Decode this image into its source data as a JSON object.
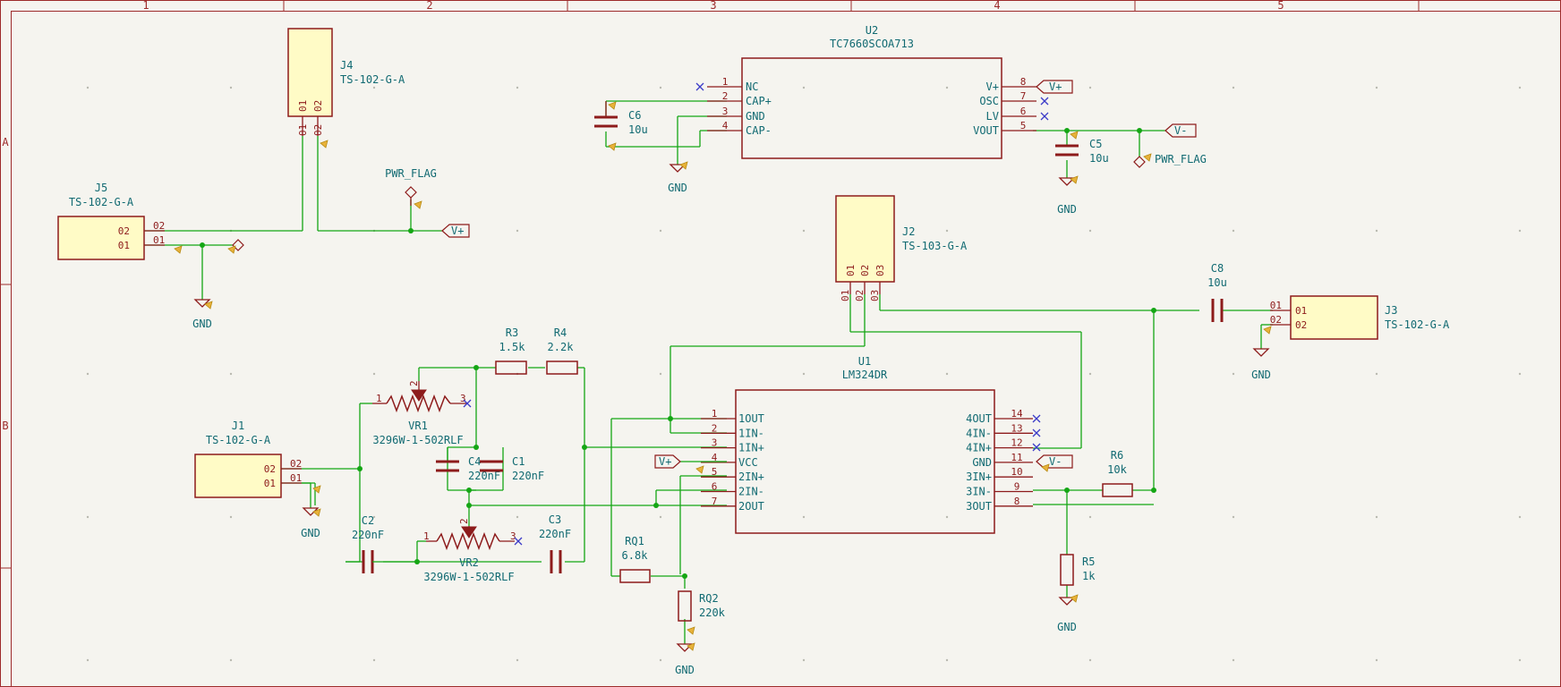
{
  "frame": {
    "columns": [
      "1",
      "2",
      "3",
      "4",
      "5"
    ],
    "rows": [
      "A",
      "B"
    ]
  },
  "components": {
    "U2": {
      "ref": "U2",
      "value": "TC7660SCOA713",
      "left_pins": [
        {
          "num": "1",
          "name": "NC"
        },
        {
          "num": "2",
          "name": "CAP+"
        },
        {
          "num": "3",
          "name": "GND"
        },
        {
          "num": "4",
          "name": "CAP-"
        }
      ],
      "right_pins": [
        {
          "num": "8",
          "name": "V+"
        },
        {
          "num": "7",
          "name": "OSC"
        },
        {
          "num": "6",
          "name": "LV"
        },
        {
          "num": "5",
          "name": "VOUT"
        }
      ]
    },
    "U1": {
      "ref": "U1",
      "value": "LM324DR",
      "left_pins": [
        {
          "num": "1",
          "name": "1OUT"
        },
        {
          "num": "2",
          "name": "1IN-"
        },
        {
          "num": "3",
          "name": "1IN+"
        },
        {
          "num": "4",
          "name": "VCC"
        },
        {
          "num": "5",
          "name": "2IN+"
        },
        {
          "num": "6",
          "name": "2IN-"
        },
        {
          "num": "7",
          "name": "2OUT"
        }
      ],
      "right_pins": [
        {
          "num": "14",
          "name": "4OUT"
        },
        {
          "num": "13",
          "name": "4IN-"
        },
        {
          "num": "12",
          "name": "4IN+"
        },
        {
          "num": "11",
          "name": "GND"
        },
        {
          "num": "10",
          "name": "3IN+"
        },
        {
          "num": "9",
          "name": "3IN-"
        },
        {
          "num": "8",
          "name": "3OUT"
        }
      ]
    },
    "J1": {
      "ref": "J1",
      "value": "TS-102-G-A",
      "pins": [
        "02",
        "01"
      ]
    },
    "J2": {
      "ref": "J2",
      "value": "TS-103-G-A",
      "pins": [
        "01",
        "02",
        "03"
      ]
    },
    "J3": {
      "ref": "J3",
      "value": "TS-102-G-A",
      "pins": [
        "01",
        "02"
      ]
    },
    "J4": {
      "ref": "J4",
      "value": "TS-102-G-A",
      "pins": [
        "01",
        "02"
      ]
    },
    "J5": {
      "ref": "J5",
      "value": "TS-102-G-A",
      "pins": [
        "02",
        "01"
      ]
    },
    "C1": {
      "ref": "C1",
      "value": "220nF"
    },
    "C2": {
      "ref": "C2",
      "value": "220nF"
    },
    "C3": {
      "ref": "C3",
      "value": "220nF"
    },
    "C4": {
      "ref": "C4",
      "value": "220nF"
    },
    "C5": {
      "ref": "C5",
      "value": "10u"
    },
    "C6": {
      "ref": "C6",
      "value": "10u"
    },
    "C8": {
      "ref": "C8",
      "value": "10u"
    },
    "R3": {
      "ref": "R3",
      "value": "1.5k"
    },
    "R4": {
      "ref": "R4",
      "value": "2.2k"
    },
    "R5": {
      "ref": "R5",
      "value": "1k"
    },
    "R6": {
      "ref": "R6",
      "value": "10k"
    },
    "RQ1": {
      "ref": "RQ1",
      "value": "6.8k"
    },
    "RQ2": {
      "ref": "RQ2",
      "value": "220k"
    },
    "VR1": {
      "ref": "VR1",
      "value": "3296W-1-502RLF",
      "pins": [
        "1",
        "2",
        "3"
      ]
    },
    "VR2": {
      "ref": "VR2",
      "value": "3296W-1-502RLF",
      "pins": [
        "1",
        "2",
        "3"
      ]
    }
  },
  "power": {
    "gnd": "GND",
    "vplus": "V+",
    "vminus": "V-",
    "pwr_flag": "PWR_FLAG"
  },
  "colors": {
    "wire": "#14a614",
    "component": "#8d1b1b",
    "component_fill": "#fffbc6",
    "text": "#116a72",
    "no_connect": "#3b3bc8",
    "background": "#f5f4ef"
  }
}
